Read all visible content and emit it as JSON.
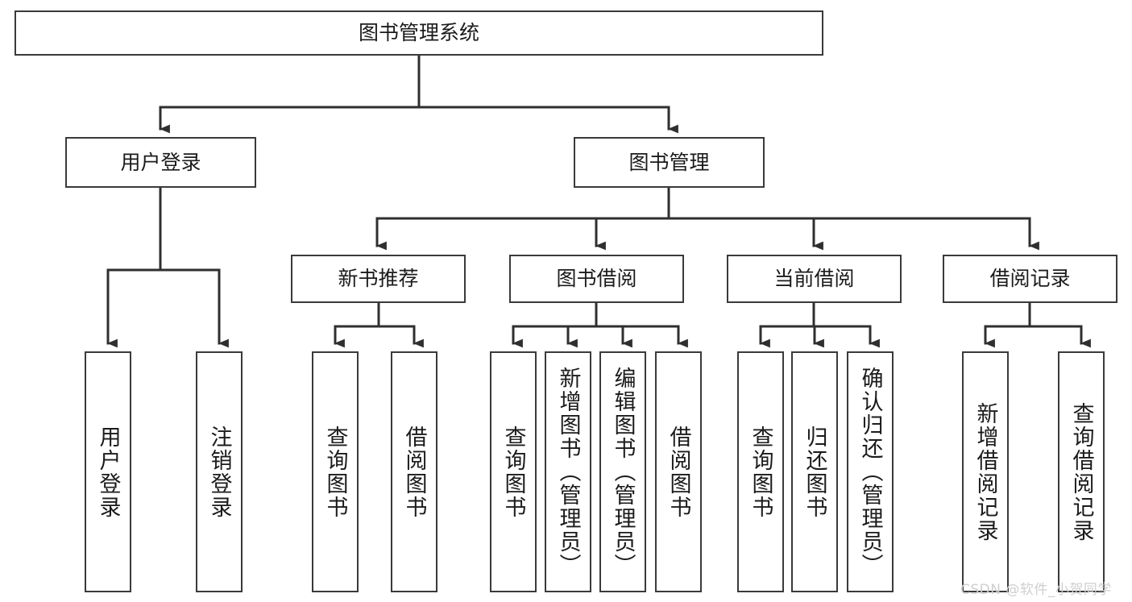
{
  "diagram": {
    "title": "图书管理系统",
    "type": "hierarchy-tree",
    "root": {
      "label": "图书管理系统"
    },
    "level2": [
      {
        "label": "用户登录"
      },
      {
        "label": "图书管理"
      }
    ],
    "level3": [
      {
        "label": "新书推荐"
      },
      {
        "label": "图书借阅"
      },
      {
        "label": "当前借阅"
      },
      {
        "label": "借阅记录"
      }
    ],
    "leaves": {
      "user_login": [
        {
          "label": "用户登录"
        },
        {
          "label": "注销登录"
        }
      ],
      "new_book_recommend": [
        {
          "label": "查询图书"
        },
        {
          "label": "借阅图书"
        }
      ],
      "book_borrow": [
        {
          "label": "查询图书"
        },
        {
          "label": "新增图书（管理员）"
        },
        {
          "label": "编辑图书（管理员）"
        },
        {
          "label": "借阅图书"
        }
      ],
      "current_borrow": [
        {
          "label": "查询图书"
        },
        {
          "label": "归还图书"
        },
        {
          "label": "确认归还（管理员）"
        }
      ],
      "borrow_record": [
        {
          "label": "新增借阅记录"
        },
        {
          "label": "查询借阅记录"
        }
      ]
    }
  },
  "watermark": {
    "text": "CSDN @软件_小贺同学"
  },
  "colors": {
    "box_border": "#3a3a3a",
    "box_fill": "#ffffff",
    "text": "#1b1b1b",
    "connector": "#2f2f2f",
    "watermark": "#cfcfcf",
    "background": "#ffffff"
  }
}
